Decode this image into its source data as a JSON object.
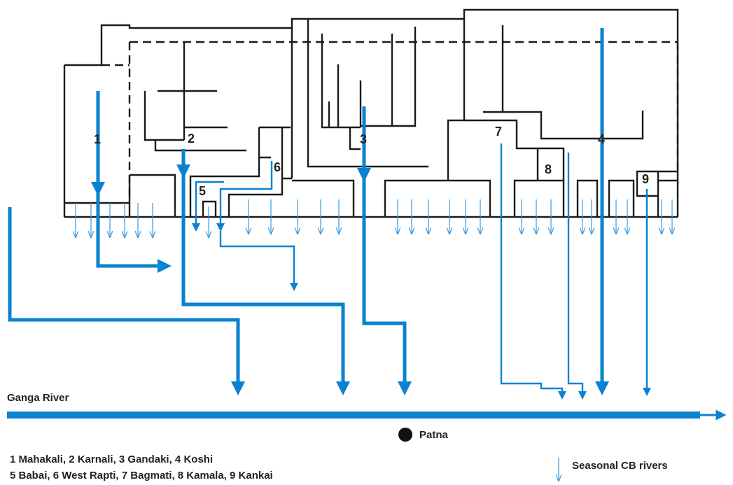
{
  "colors": {
    "river_major": "#0a82d0",
    "river_seasonal": "#3a9ae0",
    "outline": "#1a1a1a",
    "city": "#111111",
    "text": "#222222"
  },
  "basin_numbers": [
    "1",
    "2",
    "3",
    "4",
    "5",
    "6",
    "7",
    "8",
    "9"
  ],
  "ganga_label": "Ganga River",
  "city_label": "Patna",
  "legend": {
    "line1": "1 Mahakali, 2 Karnali, 3 Gandaki, 4 Koshi",
    "line2": "5 Babai, 6 West Rapti, 7 Bagmati, 8 Kamala, 9 Kankai",
    "seasonal_label": "Seasonal CB rivers",
    "seasonal_icon": "thin-down-arrow-icon"
  }
}
